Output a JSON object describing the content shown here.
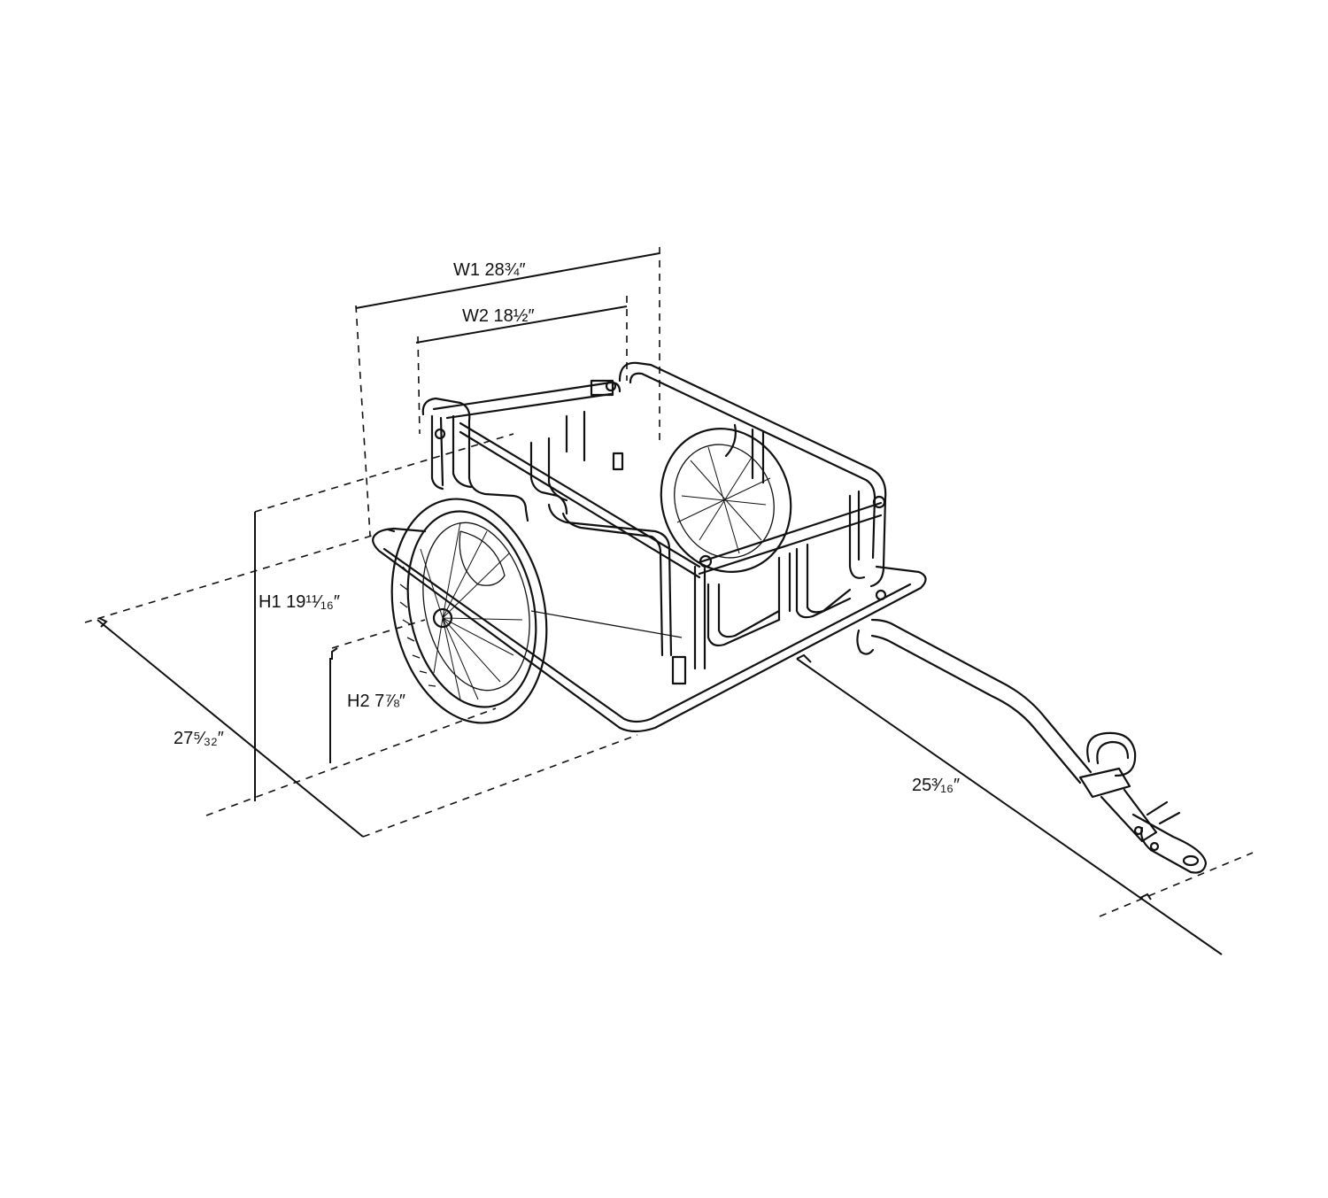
{
  "dimensions": {
    "w1": "W1 28¾″",
    "w2": "W2 18½″",
    "h1": "H1 19¹¹⁄₁₆″",
    "h2": "H2 7⅞″",
    "depth": "27⁵⁄₃₂″",
    "length": "25³⁄₁₆″"
  },
  "colors": {
    "line": "#111111",
    "background": "#ffffff"
  }
}
